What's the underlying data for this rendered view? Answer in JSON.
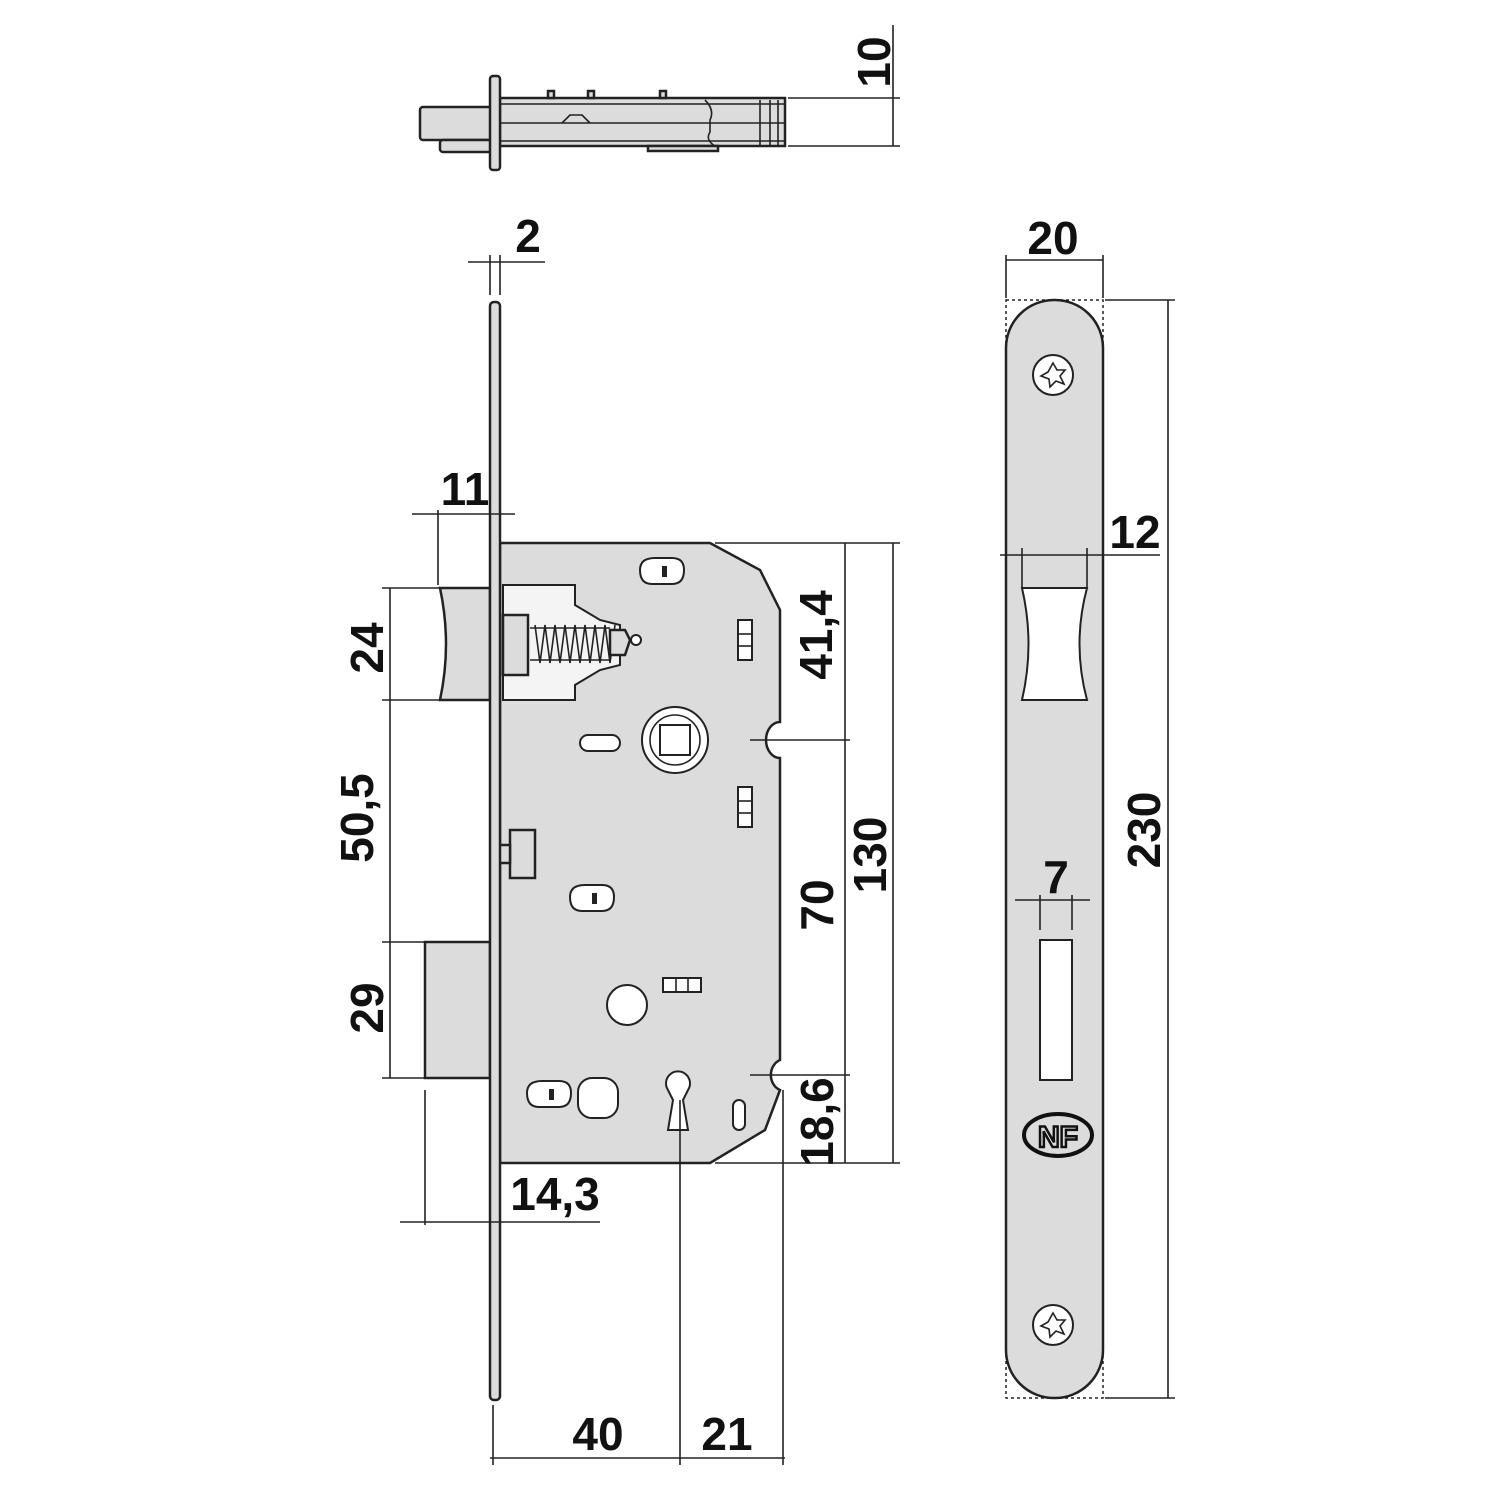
{
  "title": "Mortise lock technical drawing",
  "logo_text": "NF",
  "colors": {
    "part_fill": "#dcdcdc",
    "line": "#222222",
    "background": "#ffffff"
  },
  "dimensions": {
    "top_thickness": "10",
    "faceplate_thickness": "2",
    "strike_width": "20",
    "latch_projection": "11",
    "strike_latch_hole_width": "12",
    "latch_height": "24",
    "top_to_follower": "41,4",
    "latch_to_bolt": "50,5",
    "case_height": "130",
    "strike_length": "230",
    "strike_bolt_hole_width": "7",
    "follower_to_keyhole": "70",
    "bolt_height": "29",
    "keyhole_to_bottom": "18,6",
    "bolt_projection": "14,3",
    "backset": "40",
    "keyhole_to_back": "21"
  }
}
